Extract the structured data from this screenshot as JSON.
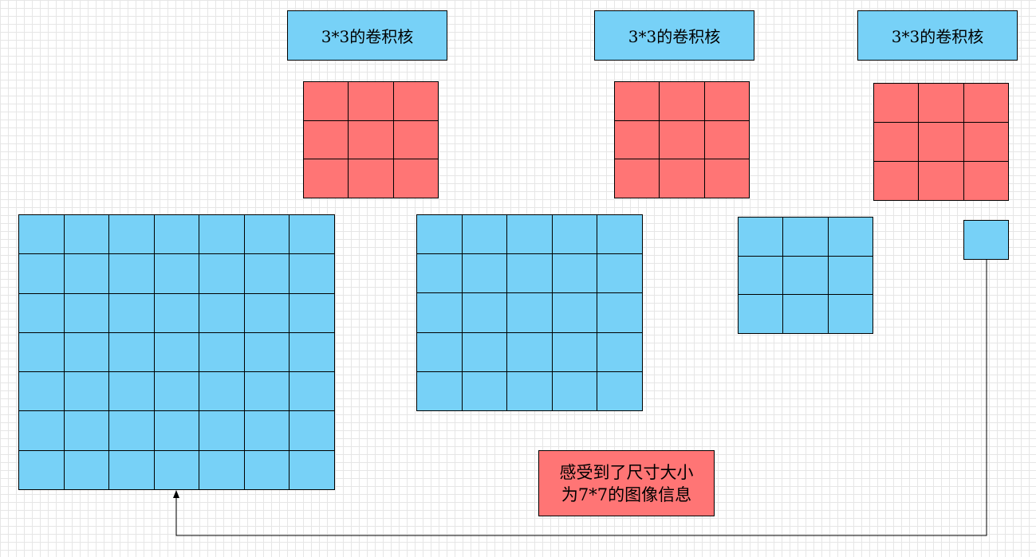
{
  "colors": {
    "input_fill": "#77d1f7",
    "kernel_fill": "#ff7575",
    "note_fill": "#ff7575",
    "label_fill": "#77d1f7",
    "connector": "#000000"
  },
  "kernel_labels": [
    {
      "text": "3*3的卷积核"
    },
    {
      "text": "3*3的卷积核"
    },
    {
      "text": "3*3的卷积核"
    }
  ],
  "kernels": [
    {
      "rows": 3,
      "cols": 3
    },
    {
      "rows": 3,
      "cols": 3
    },
    {
      "rows": 3,
      "cols": 3
    }
  ],
  "feature_maps": [
    {
      "rows": 7,
      "cols": 7
    },
    {
      "rows": 5,
      "cols": 5
    },
    {
      "rows": 3,
      "cols": 3
    },
    {
      "rows": 1,
      "cols": 1
    }
  ],
  "note": {
    "line1": "感受到了尺寸大小",
    "line2": "为7*7的图像信息"
  }
}
